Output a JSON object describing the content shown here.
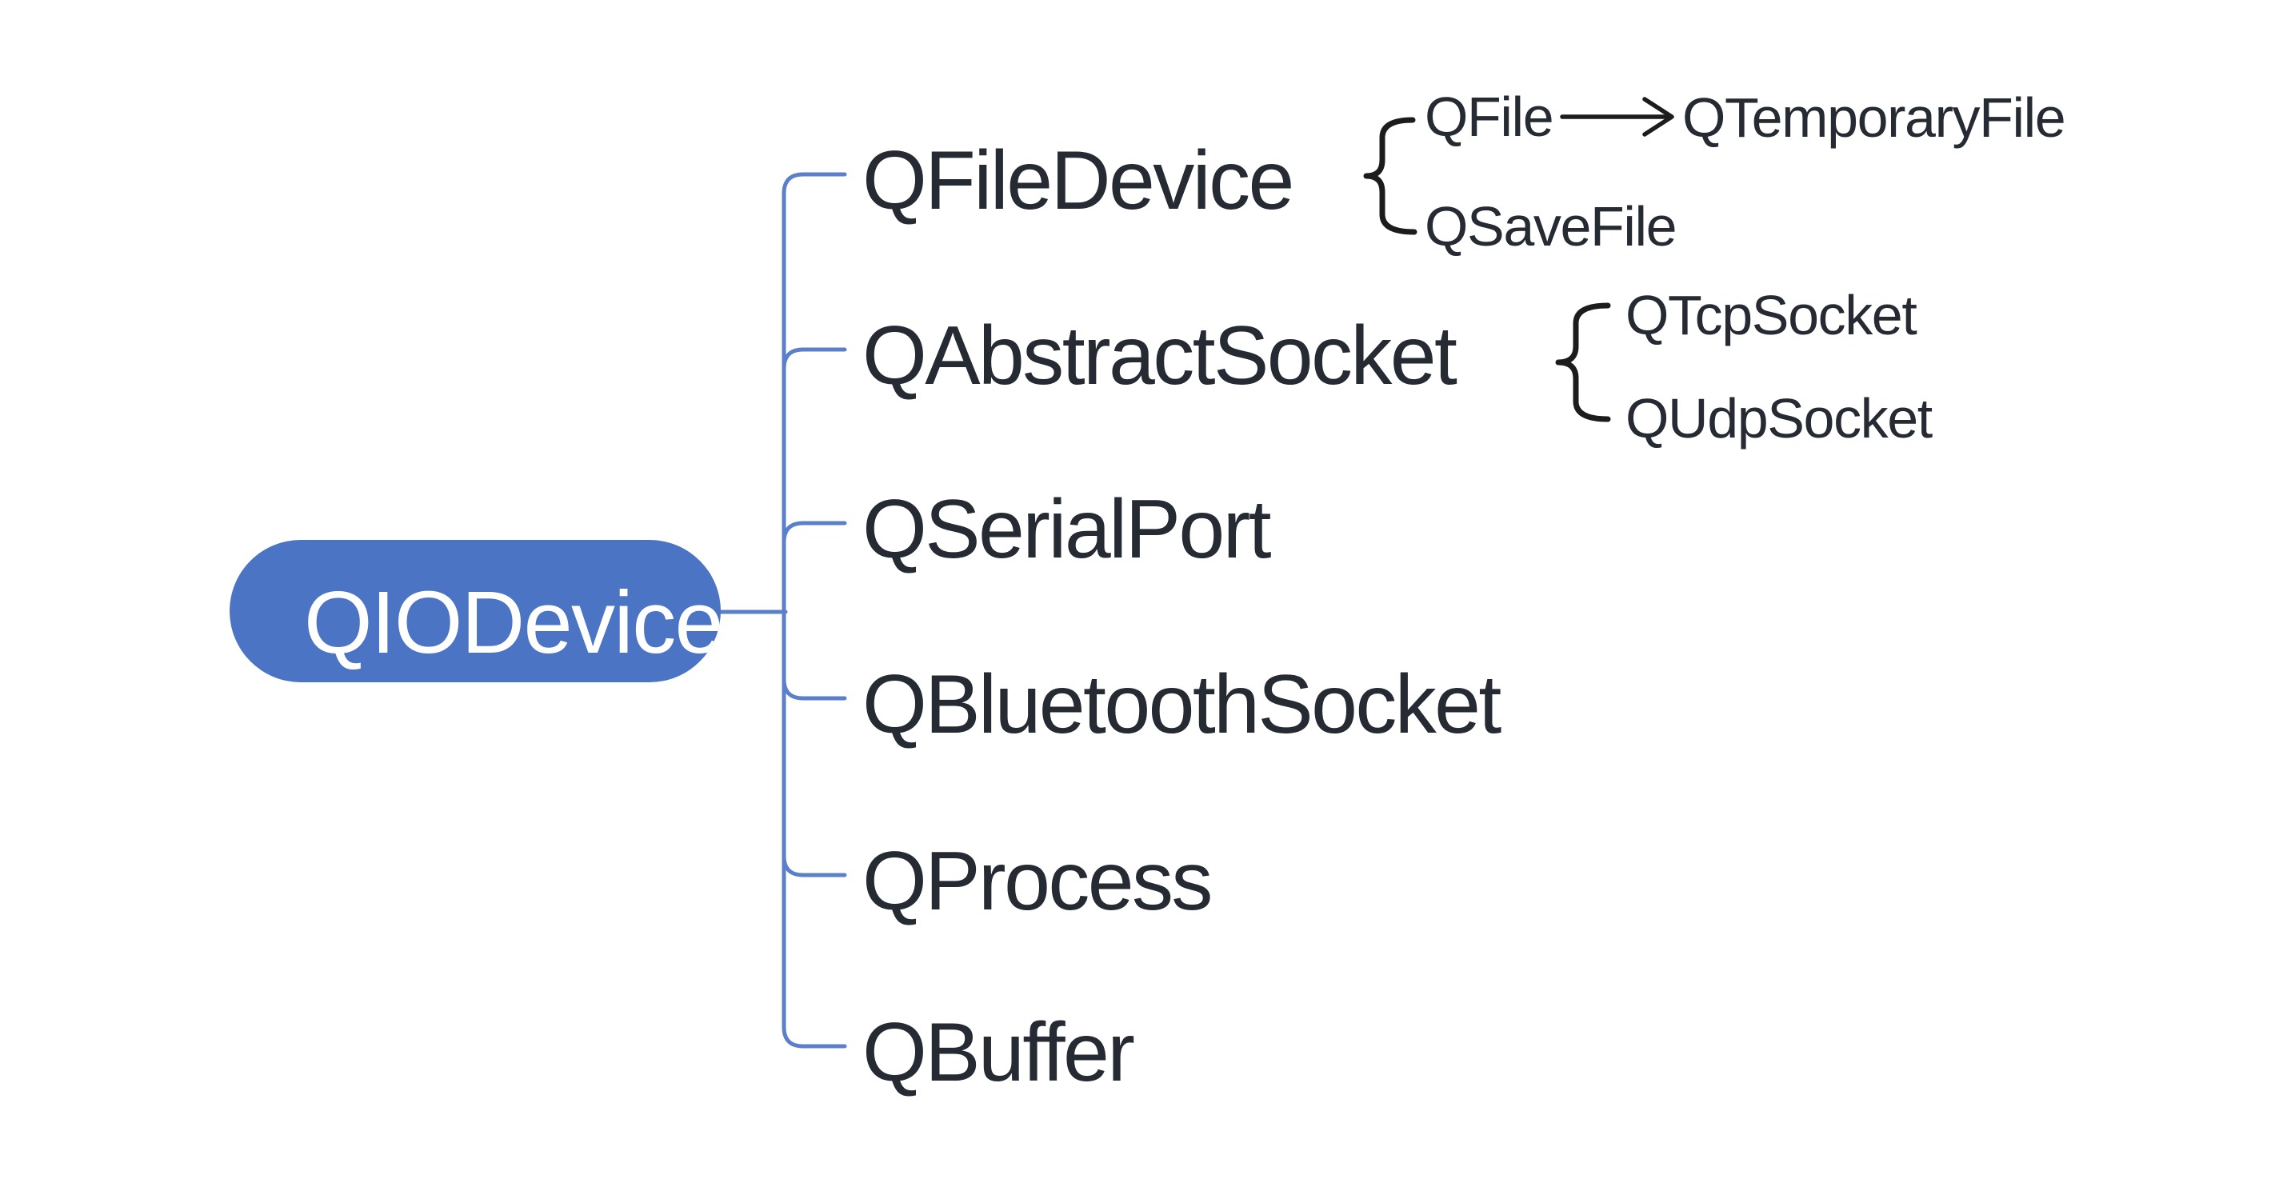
{
  "diagram": {
    "title_hint": "QIODevice class hierarchy mind map",
    "tree": {
      "root": {
        "label": "QIODevice"
      },
      "children": [
        {
          "label": "QFileDevice",
          "subclasses": [
            {
              "label": "QFile",
              "subclasses": [
                {
                  "label": "QTemporaryFile"
                }
              ]
            },
            {
              "label": "QSaveFile"
            }
          ]
        },
        {
          "label": "QAbstractSocket",
          "subclasses": [
            {
              "label": "QTcpSocket"
            },
            {
              "label": "QUdpSocket"
            }
          ]
        },
        {
          "label": "QSerialPort"
        },
        {
          "label": "QBluetoothSocket"
        },
        {
          "label": "QProcess"
        },
        {
          "label": "QBuffer"
        }
      ]
    },
    "relations": [
      {
        "from": "QFile",
        "to": "QTemporaryFile",
        "type": "arrow"
      }
    ],
    "colors": {
      "root_fill": "#4C74C4",
      "root_text": "#FFFFFF",
      "branch_line": "#5B7FCB",
      "label_text": "#262A33",
      "annotation": "#1C1C1C",
      "background": "#FFFFFF"
    }
  }
}
